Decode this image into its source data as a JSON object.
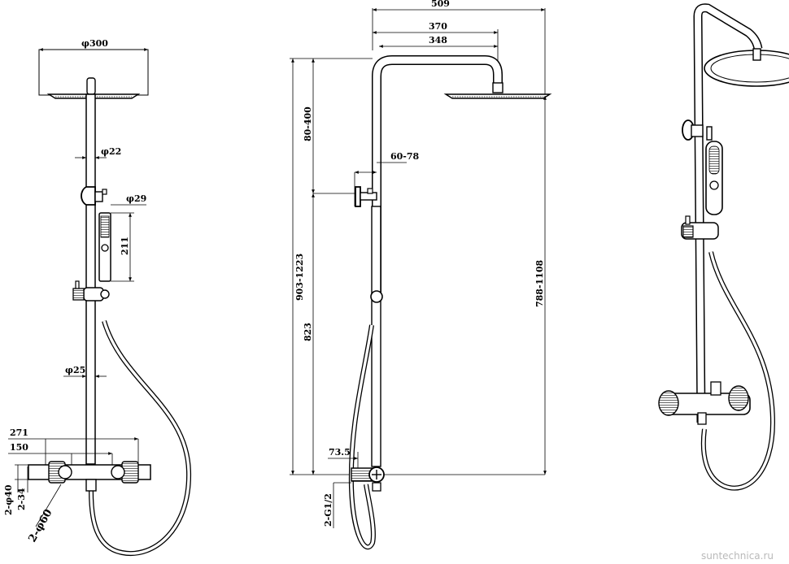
{
  "front_view": {
    "head_diameter": "φ300",
    "arm_diameter": "φ22",
    "hand_shower_diameter": "φ29",
    "hand_shower_length": "211",
    "rail_diameter": "φ25",
    "overall_width": "271",
    "inlet_spacing": "150",
    "handle_diameter": "2-φ40",
    "handle_height": "2-34",
    "escutcheon_diameter": "2-φ60"
  },
  "side_view": {
    "total_depth": "509",
    "arm_reach": "370",
    "arm_reach_inner": "348",
    "head_adjust": "80-400",
    "bracket_projection": "60-78",
    "total_height": "903-1223",
    "rail_height": "823",
    "head_height": "788-1108",
    "mixer_offset": "73.5",
    "inlet_thread": "2-G1/2"
  },
  "watermark": "suntechnica.ru"
}
